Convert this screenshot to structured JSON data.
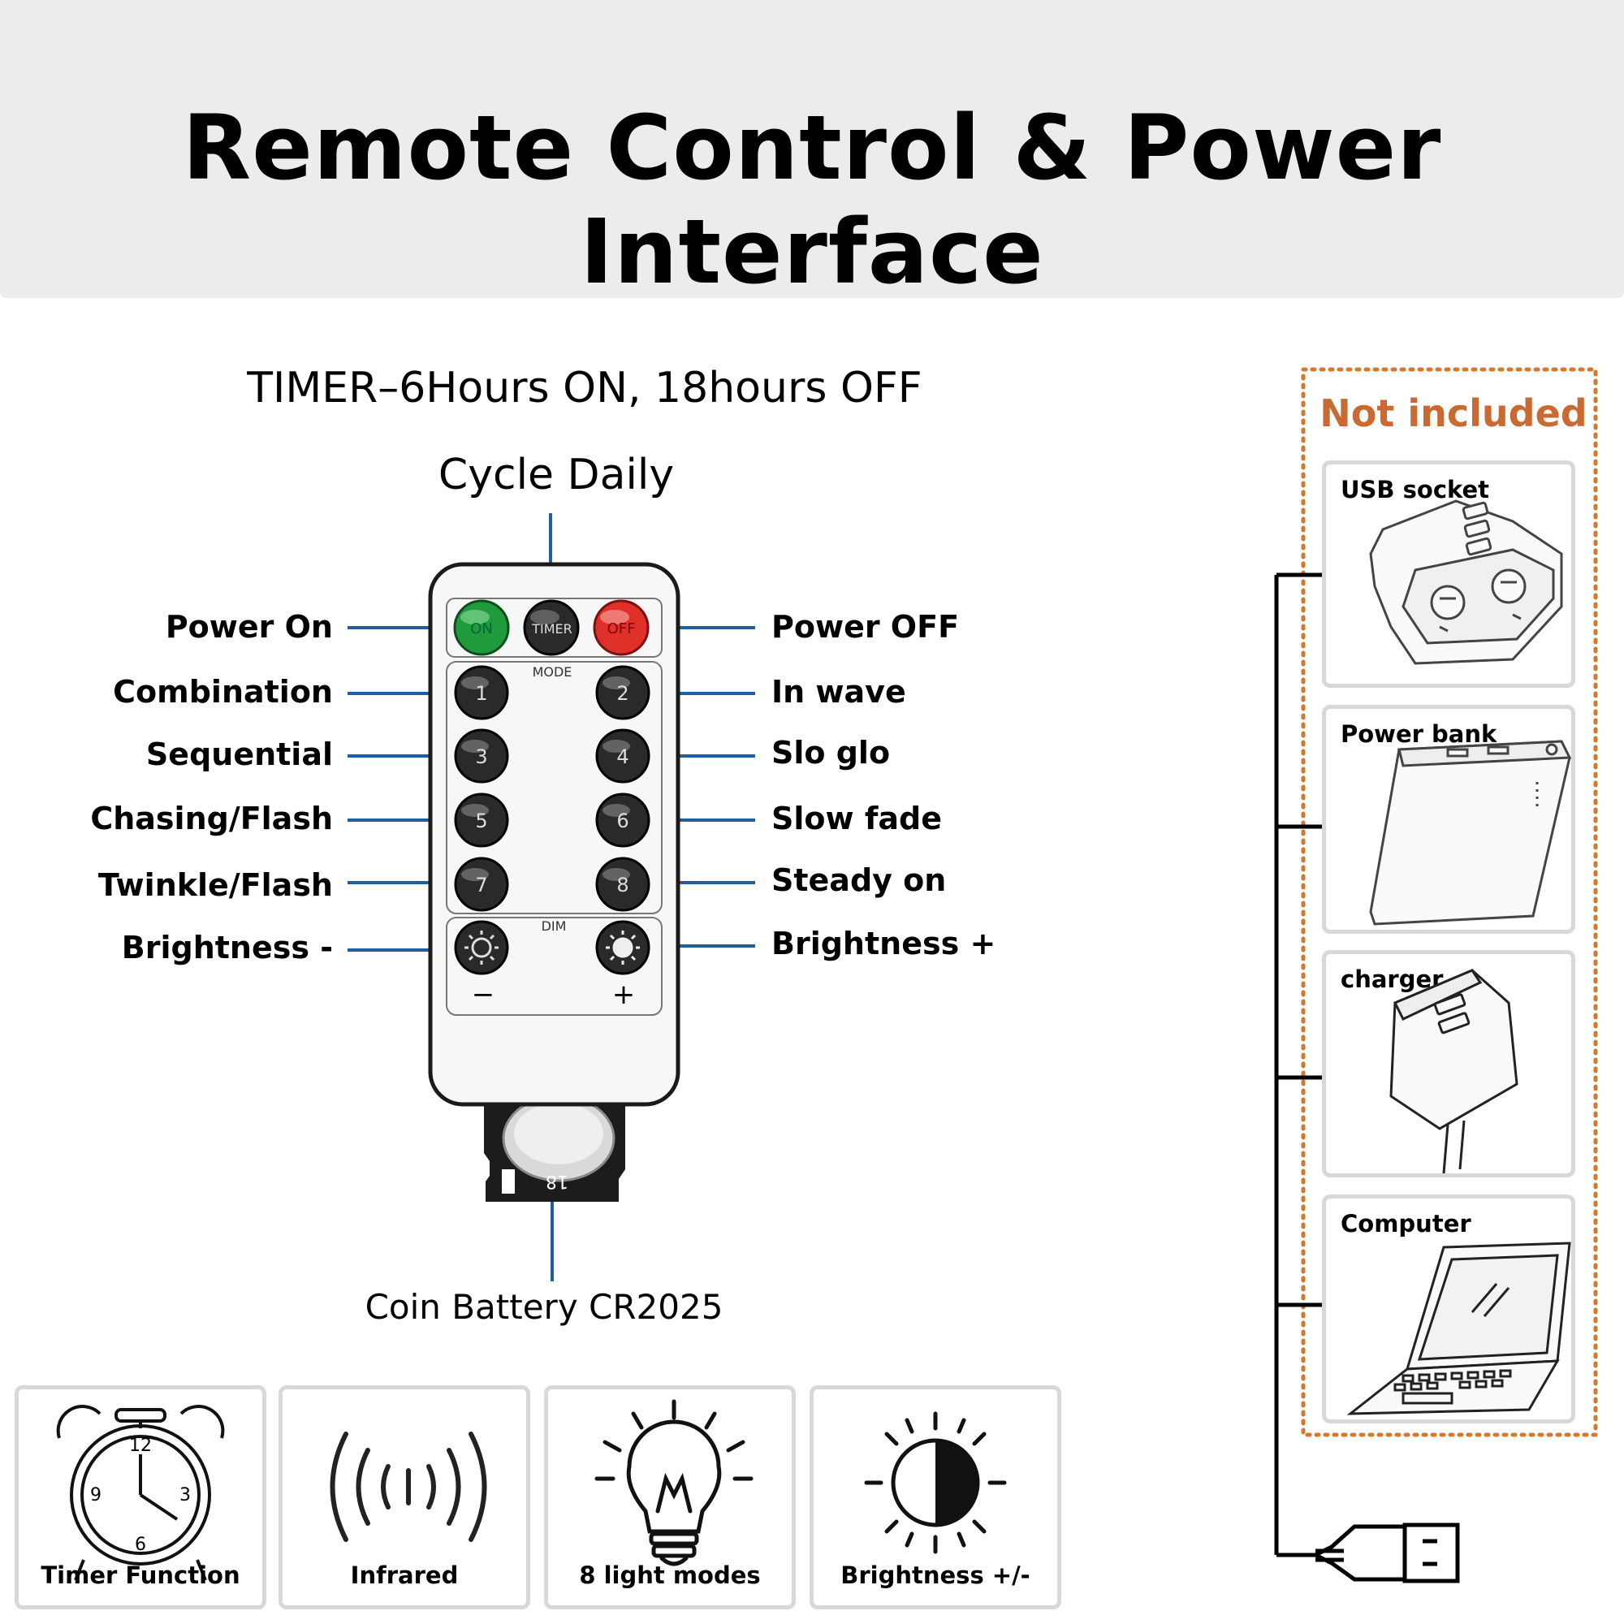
{
  "header": {
    "title": "Remote Control & Power Interface"
  },
  "remote": {
    "timer_heading": "TIMER–6Hours ON, 18hours OFF",
    "cycle_heading": "Cycle Daily",
    "top_buttons": {
      "on": "ON",
      "timer": "TIMER",
      "off": "OFF"
    },
    "mode_label": "MODE",
    "dim_label": "DIM",
    "number_buttons": [
      "1",
      "2",
      "3",
      "4",
      "5",
      "6",
      "7",
      "8"
    ],
    "minus_symbol": "−",
    "plus_symbol": "+",
    "battery_code": "18",
    "left_labels": [
      "Power On",
      "Combination",
      "Sequential",
      "Chasing/Flash",
      "Twinkle/Flash",
      "Brightness -"
    ],
    "right_labels": [
      "Power OFF",
      "In wave",
      "Slo glo",
      "Slow fade",
      "Steady on",
      "Brightness +"
    ],
    "battery_label": "Coin Battery CR2025",
    "colors": {
      "on": "#1f9a3c",
      "timer": "#2a2a2a",
      "off": "#e0302a",
      "leader": "#1f5fa0"
    }
  },
  "power_sources": {
    "title": "Not included",
    "title_color": "#c96a32",
    "items": [
      {
        "label": "USB socket",
        "icon": "usb-socket-icon"
      },
      {
        "label": "Power bank",
        "icon": "power-bank-icon"
      },
      {
        "label": "charger",
        "icon": "charger-icon"
      },
      {
        "label": "Computer",
        "icon": "laptop-icon"
      }
    ],
    "connector_icon": "usb-plug-icon"
  },
  "clock_numbers": {
    "n12": "12",
    "n3": "3",
    "n6": "6",
    "n9": "9"
  },
  "features": [
    {
      "label": "Timer Function",
      "icon": "alarm-clock-icon"
    },
    {
      "label": "Infrared",
      "icon": "infrared-icon"
    },
    {
      "label": "8 light modes",
      "icon": "light-bulb-icon"
    },
    {
      "label": "Brightness +/-",
      "icon": "half-sun-icon"
    }
  ]
}
